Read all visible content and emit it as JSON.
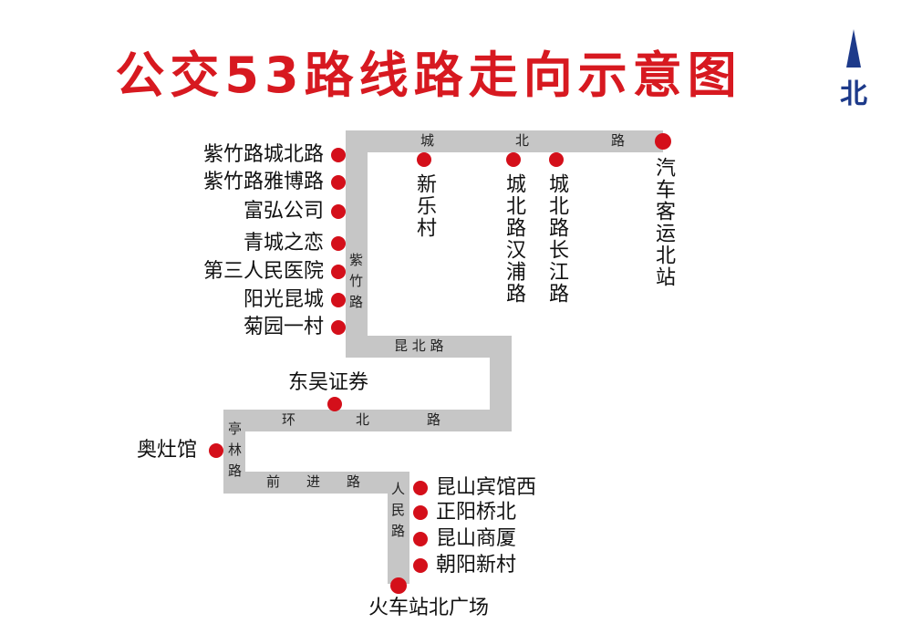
{
  "title": "公交53路线路走向示意图",
  "north": "北",
  "colors": {
    "route": "#c6c6c6",
    "stop": "#d40f1a",
    "title": "#d71920",
    "north": "#1d3a8a"
  },
  "roads": {
    "chengbei": [
      "城",
      "北",
      "路"
    ],
    "zizhu": "紫竹路",
    "kunbei": "昆 北 路",
    "huanbei": [
      "环",
      "北",
      "路"
    ],
    "tinglin": "亭林路",
    "qianjin": [
      "前",
      "进",
      "路"
    ],
    "renmin": "人民路"
  },
  "stops": {
    "top": [
      "新乐村",
      "城北路汉浦路",
      "城北路长江路",
      "汽车客运北站"
    ],
    "left": [
      "紫竹路城北路",
      "紫竹路雅博路",
      "富弘公司",
      "青城之恋",
      "第三人民医院",
      "阳光昆城",
      "菊园一村"
    ],
    "dongwu": "东吴证券",
    "aozao": "奥灶馆",
    "right": [
      "昆山宾馆西",
      "正阳桥北",
      "昆山商厦",
      "朝阳新村"
    ],
    "terminal": "火车站北广场"
  }
}
